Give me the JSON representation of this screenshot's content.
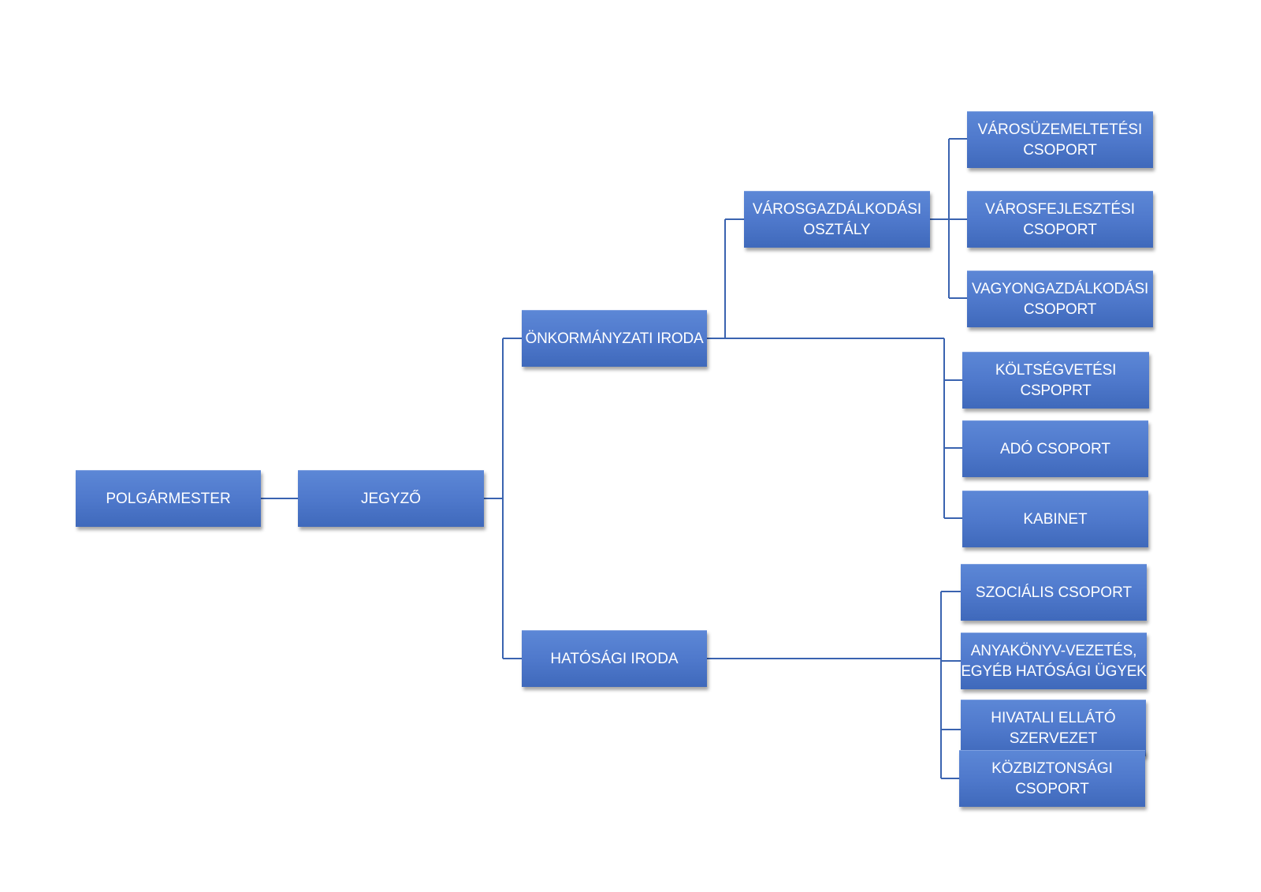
{
  "org_chart": {
    "nodes": {
      "polgarmester": "POLGÁRMESTER",
      "jegyzo": "JEGYZŐ",
      "onkormanyzati_iroda": "ÖNKORMÁNYZATI IRODA",
      "hatosagi_iroda": "HATÓSÁGI IRODA",
      "varosgazdalkodasi_osztaly": "VÁROSGAZDÁLKODÁSI\nOSZTÁLY",
      "varosuzemeltetesi_csoport": "VÁROSÜZEMELTETÉSI\nCSOPORT",
      "varosfejlesztesi_csoport": "VÁROSFEJLESZTÉSI\nCSOPORT",
      "vagyongazdalkodasi_csoport": "VAGYONGAZDÁLKODÁSI\nCSOPORT",
      "koltsegvetesi_csoport": "KÖLTSÉGVETÉSI CSPOPRT",
      "ado_csoport": "ADÓ CSOPORT",
      "kabinet": "KABINET",
      "szocialis_csoport": "SZOCIÁLIS CSOPORT",
      "anyakonyv": "ANYAKÖNYV-VEZETÉS,\nEGYÉB HATÓSÁGI ÜGYEK",
      "hivatali_ellato": "HIVATALI ELLÁTÓ\nSZERVEZET",
      "kozbiztonsagi_csoport": "KÖZBIZTONSÁGI\nCSOPORT"
    },
    "colors": {
      "box_fill": "#4f79cc",
      "box_text": "#ffffff",
      "connector": "#3a63b0"
    }
  }
}
